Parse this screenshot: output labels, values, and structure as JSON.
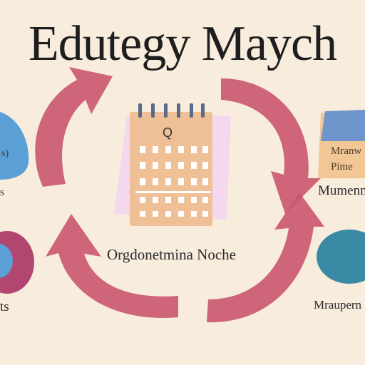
{
  "title": "Edutegy Maych",
  "labels": {
    "center": "Orgdonetmina Noche",
    "top_right": "Mumenm",
    "bottom_right": "Mraupern",
    "top_left": "s",
    "bottom_left": "ts"
  },
  "calendar": {
    "mark": "Q"
  },
  "cards": {
    "top_left_text": "s)",
    "top_right_line1": "Mranw",
    "top_right_line2": "Pime"
  },
  "colors": {
    "background": "#f8ecdd",
    "arrow": "#c9566e",
    "calendar": "#efc095",
    "calendar_shadow": "#f3d8ee",
    "blue_blob": "#5aa0d6",
    "teal_blob": "#3b8aa5",
    "magenta_blob": "#b14771",
    "card_blue": "#6f96cc",
    "card_peach": "#f3c795"
  }
}
